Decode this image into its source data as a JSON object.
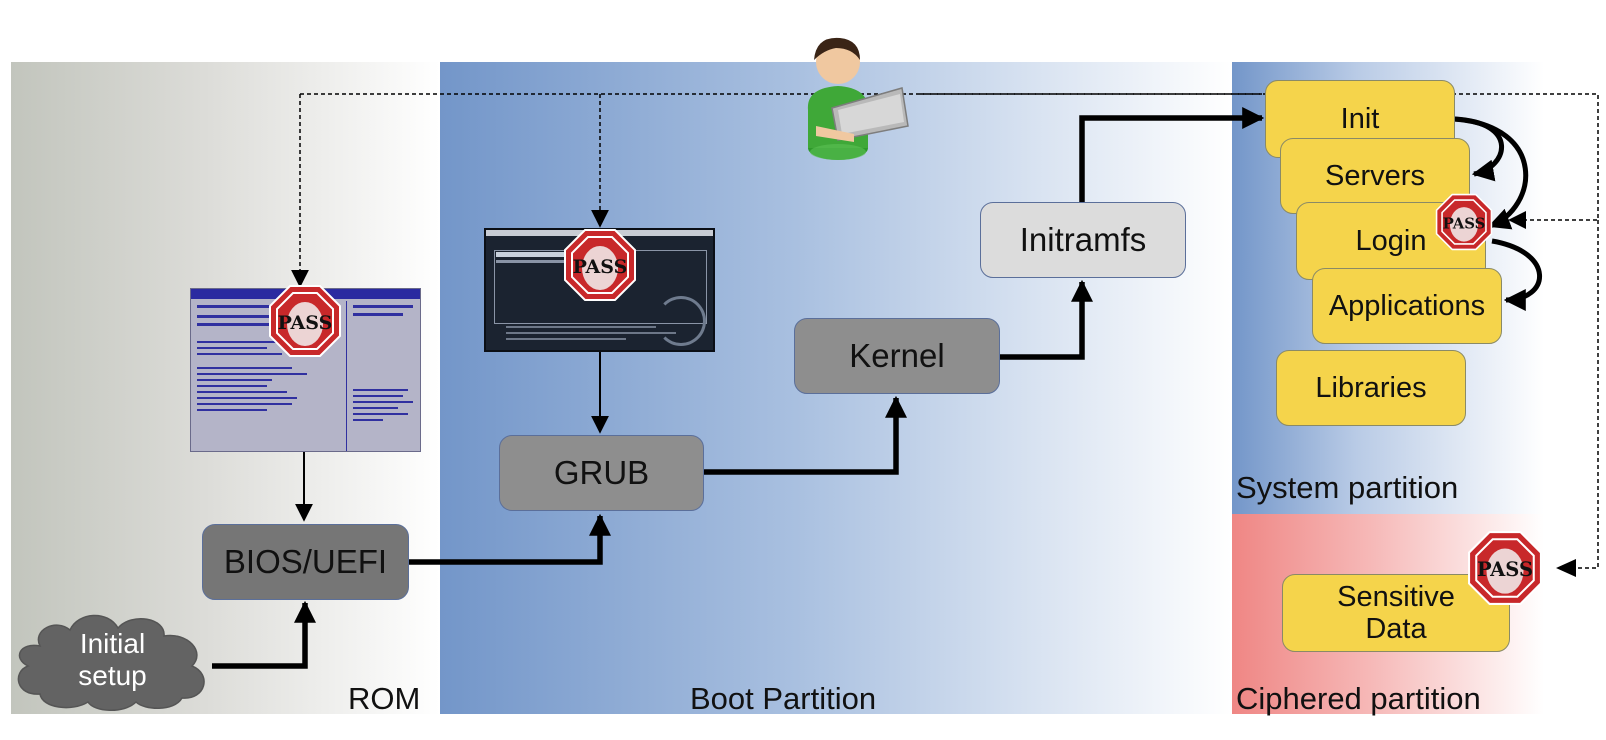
{
  "regions": {
    "rom": "ROM",
    "boot": "Boot Partition",
    "system": "System partition",
    "ciphered": "Ciphered partition"
  },
  "nodes": {
    "initial_setup": "Initial\nsetup",
    "bios": "BIOS/UEFI",
    "grub": "GRUB",
    "kernel": "Kernel",
    "initramfs": "Initramfs",
    "init": "Init",
    "servers": "Servers",
    "login": "Login",
    "applications": "Applications",
    "libraries": "Libraries",
    "sensitive_data": "Sensitive\nData"
  },
  "pass_badge": "PASS",
  "icons": {
    "user": "user-with-laptop-icon",
    "bios_screen": "bios-setup-screenshot",
    "grub_screen": "grub-menu-screenshot",
    "pass_sign": "stop-sign-pass-icon"
  },
  "colors": {
    "rom_bg": "#c2c5bd",
    "boot_bg": "#7396c9",
    "system_bg": "#7396c9",
    "ciphered_bg": "#ef8684",
    "yellow_box": "#f5d44b",
    "gray_box": "#8e8e8e",
    "stop_red": "#c8282a"
  }
}
